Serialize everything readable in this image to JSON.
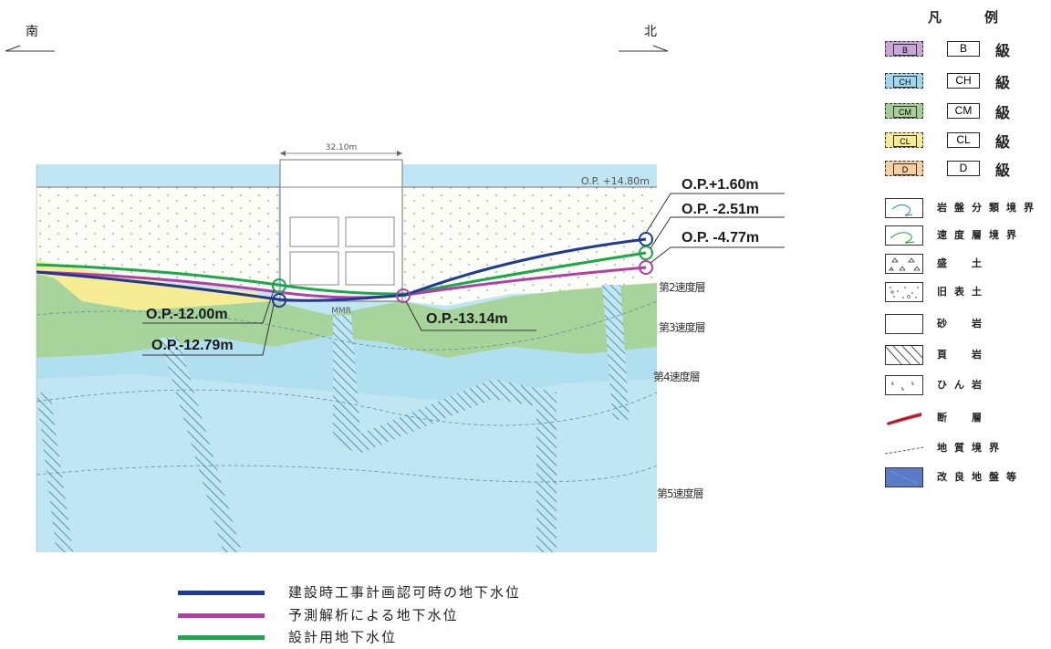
{
  "directions": {
    "south": "南",
    "north": "北"
  },
  "section": {
    "structure_width": "32.10m",
    "ground_level": "O.P. +14.80m",
    "mmr_label": "MMR",
    "velocity_layers": [
      "第2速度層",
      "第3速度層",
      "第4速度層",
      "第5速度層"
    ]
  },
  "water_levels": [
    {
      "label": "O.P.+1.60m",
      "series": "建設時工事計画認可時の地下水位"
    },
    {
      "label": "O.P. -2.51m",
      "series": "設計用地下水位"
    },
    {
      "label": "O.P. -4.77m",
      "series": "予測解析による地下水位"
    },
    {
      "label": "O.P.-12.00m",
      "series": "設計用地下水位"
    },
    {
      "label": "O.P.-12.79m",
      "series": "建設時工事計画認可時の地下水位"
    },
    {
      "label": "O.P.-13.14m",
      "series": "予測解析による地下水位"
    }
  ],
  "legend": {
    "title_left": "凡",
    "title_right": "例",
    "rock_classes": [
      {
        "swatch": "B",
        "box": "B",
        "level": "級",
        "color": "#c9a6d8"
      },
      {
        "swatch": "CH",
        "box": "CH",
        "level": "級",
        "color": "#9fd8ee"
      },
      {
        "swatch": "CM",
        "box": "CM",
        "level": "級",
        "color": "#a6cf98"
      },
      {
        "swatch": "CL",
        "box": "CL",
        "level": "級",
        "color": "#f5ec94"
      },
      {
        "swatch": "D",
        "box": "D",
        "level": "級",
        "color": "#f6cfa3"
      }
    ],
    "symbols": [
      {
        "icon": "rock-class-boundary-icon",
        "label": "岩盤分類境界"
      },
      {
        "icon": "velocity-layer-boundary-icon",
        "label": "速度層境界"
      },
      {
        "icon": "fill-icon",
        "label": "盛　土"
      },
      {
        "icon": "old-surface-soil-icon",
        "label": "旧表土"
      },
      {
        "icon": "sandstone-icon",
        "label": "砂　岩"
      },
      {
        "icon": "shale-icon",
        "label": "頁　岩"
      },
      {
        "icon": "porphyrite-icon",
        "label": "ひん岩"
      },
      {
        "icon": "fault-icon",
        "label": "断　層"
      },
      {
        "icon": "geologic-boundary-icon",
        "label": "地質境界"
      },
      {
        "icon": "improved-ground-icon",
        "label": "改良地盤等"
      }
    ]
  },
  "series_legend": [
    {
      "label": "建設時工事計画認可時の地下水位",
      "color": "#1f3a93"
    },
    {
      "label": "予測解析による地下水位",
      "color": "#b040a8"
    },
    {
      "label": "設計用地下水位",
      "color": "#1aa84a"
    }
  ]
}
